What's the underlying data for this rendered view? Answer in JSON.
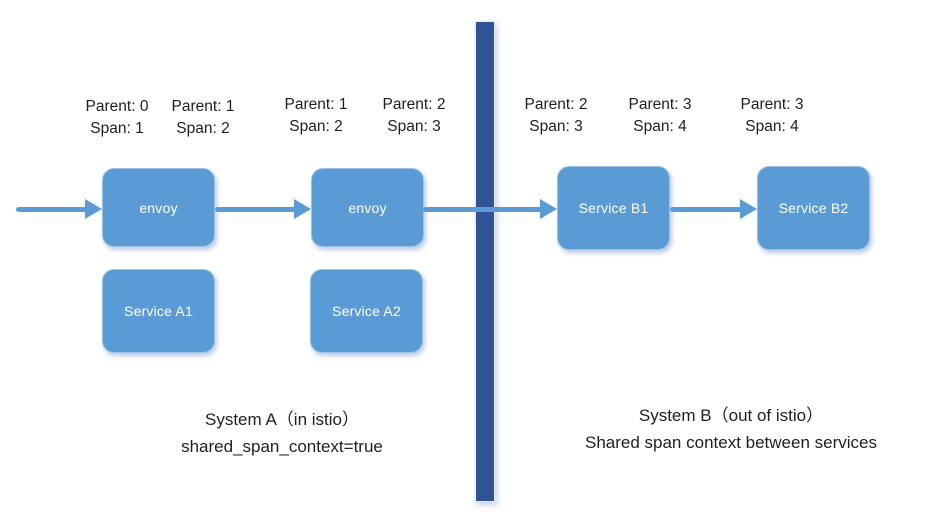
{
  "colors": {
    "node_fill": "#5B9BD5",
    "node_border": "#9CC3E5",
    "node_text": "#FFFFFF",
    "arrow": "#5B9BD5",
    "divider": "#2F5496",
    "label_text": "#1F1F1F",
    "bg": "#FFFFFF"
  },
  "span_labels": [
    {
      "parent": "Parent: 0",
      "span": "Span: 1"
    },
    {
      "parent": "Parent: 1",
      "span": "Span: 2"
    },
    {
      "parent": "Parent: 1",
      "span": "Span: 2"
    },
    {
      "parent": "Parent: 2",
      "span": "Span: 3"
    },
    {
      "parent": "Parent: 2",
      "span": "Span: 3"
    },
    {
      "parent": "Parent: 3",
      "span": "Span: 4"
    },
    {
      "parent": "Parent: 3",
      "span": "Span: 4"
    }
  ],
  "nodes": [
    {
      "label": "envoy"
    },
    {
      "label": "envoy"
    },
    {
      "label": "Service A1"
    },
    {
      "label": "Service A2"
    },
    {
      "label": "Service B1"
    },
    {
      "label": "Service B2"
    }
  ],
  "captions": {
    "system_a_line1": "System A（in istio）",
    "system_a_line2": "shared_span_context=true",
    "system_b_line1": "System B（out of istio）",
    "system_b_line2": "Shared span context between services"
  }
}
